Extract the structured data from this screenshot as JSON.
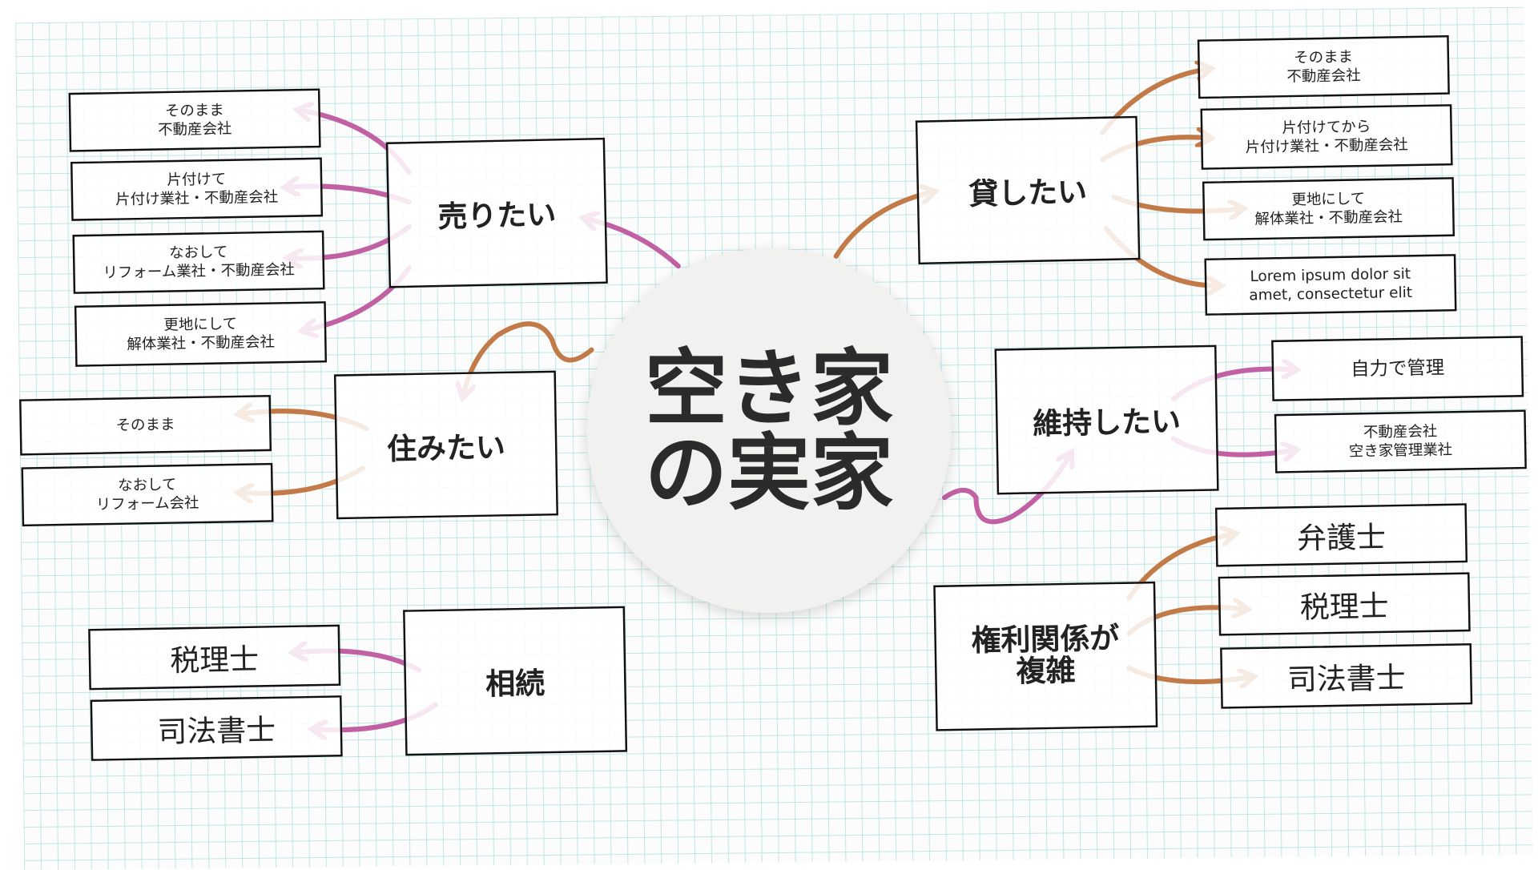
{
  "center": {
    "line1": "空き家",
    "line2": "の実家"
  },
  "colors": {
    "pink": "#c160a2",
    "orange": "#c27b48",
    "grid": "#bfe6e6"
  },
  "sell": {
    "label": "売りたい",
    "items": [
      [
        "そのまま",
        "不動産会社"
      ],
      [
        "片付けて",
        "片付け業社・不動産会社"
      ],
      [
        "なおして",
        "リフォーム業社・不動産会社"
      ],
      [
        "更地にして",
        "解体業社・不動産会社"
      ]
    ]
  },
  "live": {
    "label": "住みたい",
    "items": [
      [
        "そのまま",
        ""
      ],
      [
        "なおして",
        "リフォーム会社"
      ]
    ]
  },
  "inherit": {
    "label": "相続",
    "items": [
      "税理士",
      "司法書士"
    ]
  },
  "rent": {
    "label": "貸したい",
    "items": [
      [
        "そのまま",
        "不動産会社"
      ],
      [
        "片付けてから",
        "片付け業社・不動産会社"
      ],
      [
        "更地にして",
        "解体業社・不動産会社"
      ],
      [
        "Lorem ipsum dolor sit",
        "amet, consectetur elit"
      ]
    ]
  },
  "keep": {
    "label": "維持したい",
    "items": [
      [
        "自力で管理",
        ""
      ],
      [
        "不動産会社",
        "空き家管理業社"
      ]
    ]
  },
  "rights": {
    "label1": "権利関係が",
    "label2": "複雑",
    "items": [
      "弁護士",
      "税理士",
      "司法書士"
    ]
  }
}
